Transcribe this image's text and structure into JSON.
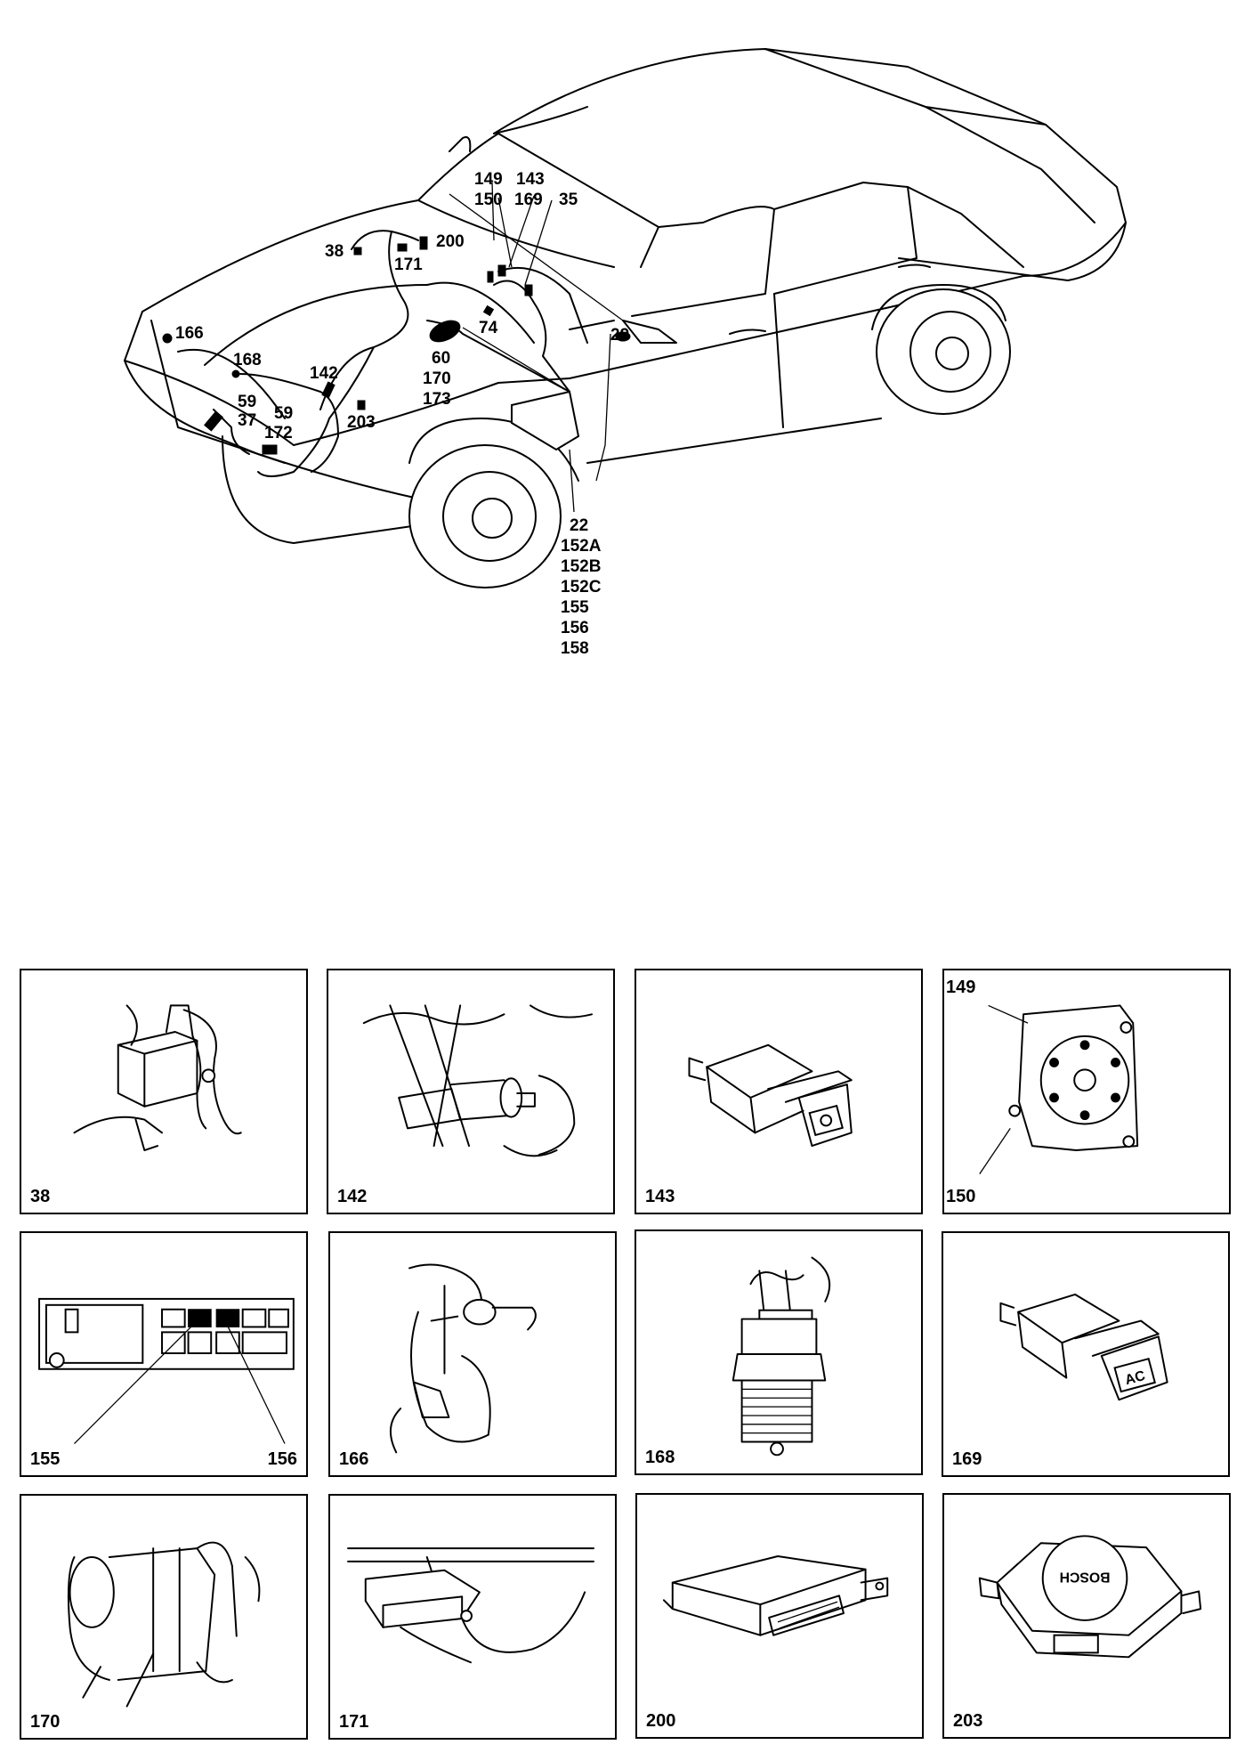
{
  "overview_callouts": [
    "149",
    "143",
    "150",
    "169",
    "35",
    "38",
    "171",
    "200",
    "166",
    "168",
    "142",
    "74",
    "29",
    "60",
    "170",
    "173",
    "59",
    "37",
    "59",
    "172",
    "203",
    "22",
    "152A",
    "152B",
    "152C",
    "155",
    "156",
    "158"
  ],
  "panels": [
    {
      "id": "38",
      "labels": [
        "38"
      ]
    },
    {
      "id": "142",
      "labels": [
        "142"
      ]
    },
    {
      "id": "143",
      "labels": [
        "143"
      ]
    },
    {
      "id": "149-150",
      "labels": [
        "149",
        "150"
      ]
    },
    {
      "id": "155-156",
      "labels": [
        "155",
        "156"
      ]
    },
    {
      "id": "166",
      "labels": [
        "166"
      ]
    },
    {
      "id": "168",
      "labels": [
        "168"
      ]
    },
    {
      "id": "169",
      "labels": [
        "169"
      ],
      "button_text": "AC"
    },
    {
      "id": "170",
      "labels": [
        "170"
      ]
    },
    {
      "id": "171",
      "labels": [
        "171"
      ]
    },
    {
      "id": "200",
      "labels": [
        "200"
      ]
    },
    {
      "id": "203",
      "labels": [
        "203"
      ],
      "brand_text": "BOSCH"
    }
  ]
}
